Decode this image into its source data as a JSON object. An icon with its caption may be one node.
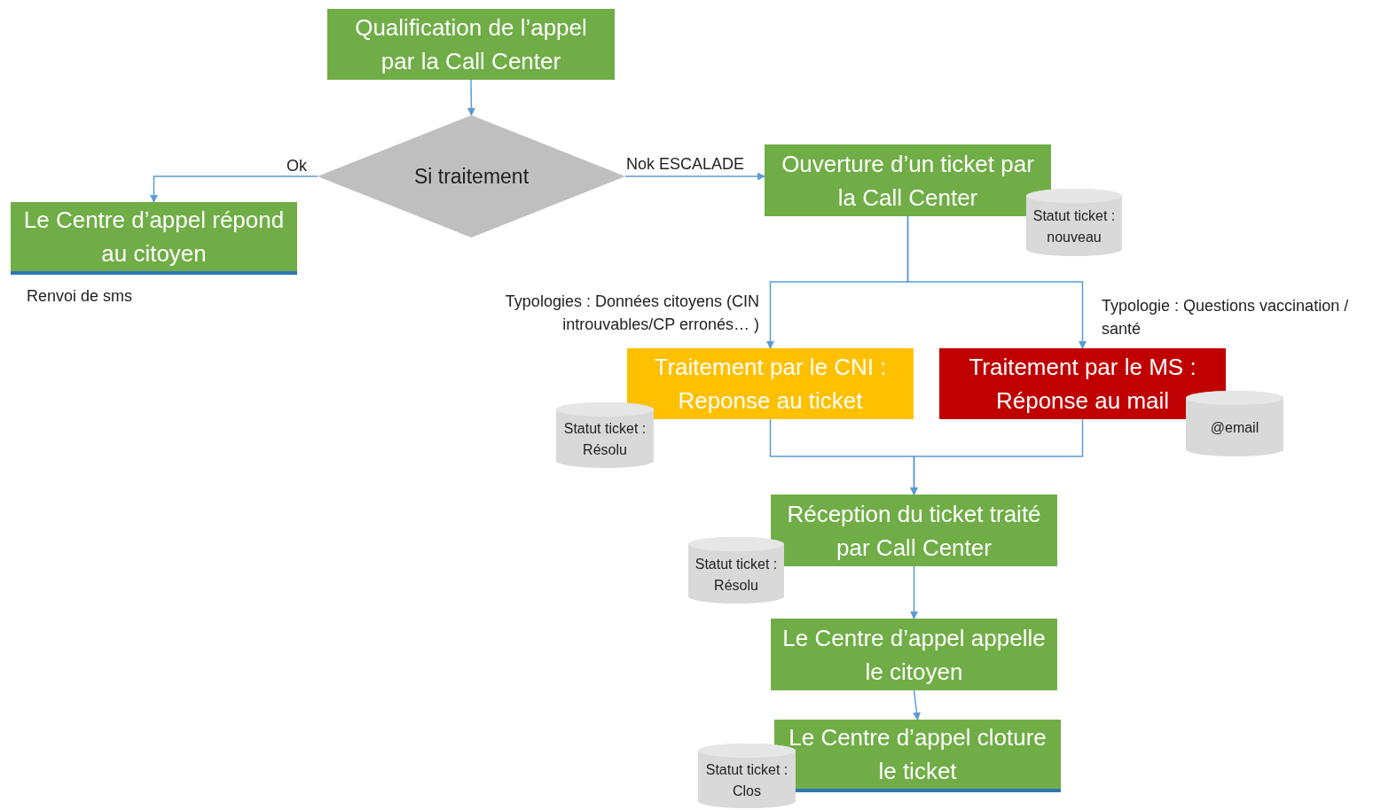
{
  "diagram": {
    "nodes": [
      {
        "text": [
          "Qualification de l’appel par la Call Center"
        ]
      },
      {
        "text": [
          "Si traitement"
        ]
      },
      {
        "text": [
          "Le Centre d’appel répond au citoyen"
        ],
        "beside": [
          "Renvoi de sms"
        ]
      },
      {
        "text": [
          "Ouverture d’un ticket par la Call Center"
        ]
      },
      {
        "text": [
          "Statut ticket : nouveau"
        ]
      },
      {
        "text": [
          "Traitement par le CNI : Reponse au ticket"
        ]
      },
      {
        "text": [
          "Statut ticket : Résolu"
        ]
      },
      {
        "text": [
          "Traitement par le MS : Réponse au mail"
        ]
      },
      {
        "text": [
          "@email"
        ]
      },
      {
        "text": [
          "Réception du ticket traité par Call Center"
        ]
      },
      {
        "text": [
          "Statut ticket : Résolu"
        ]
      },
      {
        "text": [
          "Le Centre d’appel appelle le citoyen"
        ]
      },
      {
        "text": [
          "Le Centre d’appel cloture le ticket"
        ]
      },
      {
        "text": [
          "Statut ticket : Clos"
        ]
      }
    ],
    "edges": [
      {
        "from": 0,
        "to": 1,
        "arrow": "to"
      },
      {
        "from": 1,
        "to": 2,
        "arrow": "to",
        "label": "Ok"
      },
      {
        "from": 1,
        "to": 3,
        "arrow": "to",
        "label": "Nok ESCALADE"
      },
      {
        "from": 3,
        "to": 5,
        "arrow": "to",
        "label": "Typologies :  Données citoyens (CIN introuvables/CP erronés… )"
      },
      {
        "from": 3,
        "to": 7,
        "arrow": "to",
        "label": "Typologie : Questions vaccination / santé"
      },
      {
        "from": 5,
        "to": 9,
        "arrow": "to"
      },
      {
        "from": 7,
        "to": 9,
        "arrow": "to"
      },
      {
        "from": 9,
        "to": 11,
        "arrow": "to"
      },
      {
        "from": 11,
        "to": 12,
        "arrow": "to"
      }
    ]
  }
}
